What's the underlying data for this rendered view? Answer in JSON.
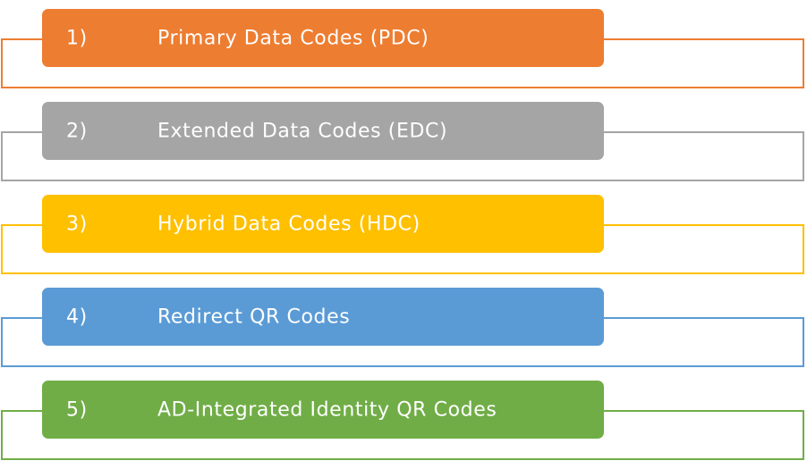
{
  "items": [
    {
      "number": "1)",
      "label": "Primary Data Codes (PDC)",
      "color": "#ed7d31"
    },
    {
      "number": "2)",
      "label": "Extended Data Codes (EDC)",
      "color": "#a5a5a5"
    },
    {
      "number": "3)",
      "label": "Hybrid Data Codes (HDC)",
      "color": "#ffc000"
    },
    {
      "number": "4)",
      "label": "Redirect QR Codes",
      "color": "#5b9bd5"
    },
    {
      "number": "5)",
      "label": "AD-Integrated Identity QR Codes",
      "color": "#70ad47"
    }
  ]
}
